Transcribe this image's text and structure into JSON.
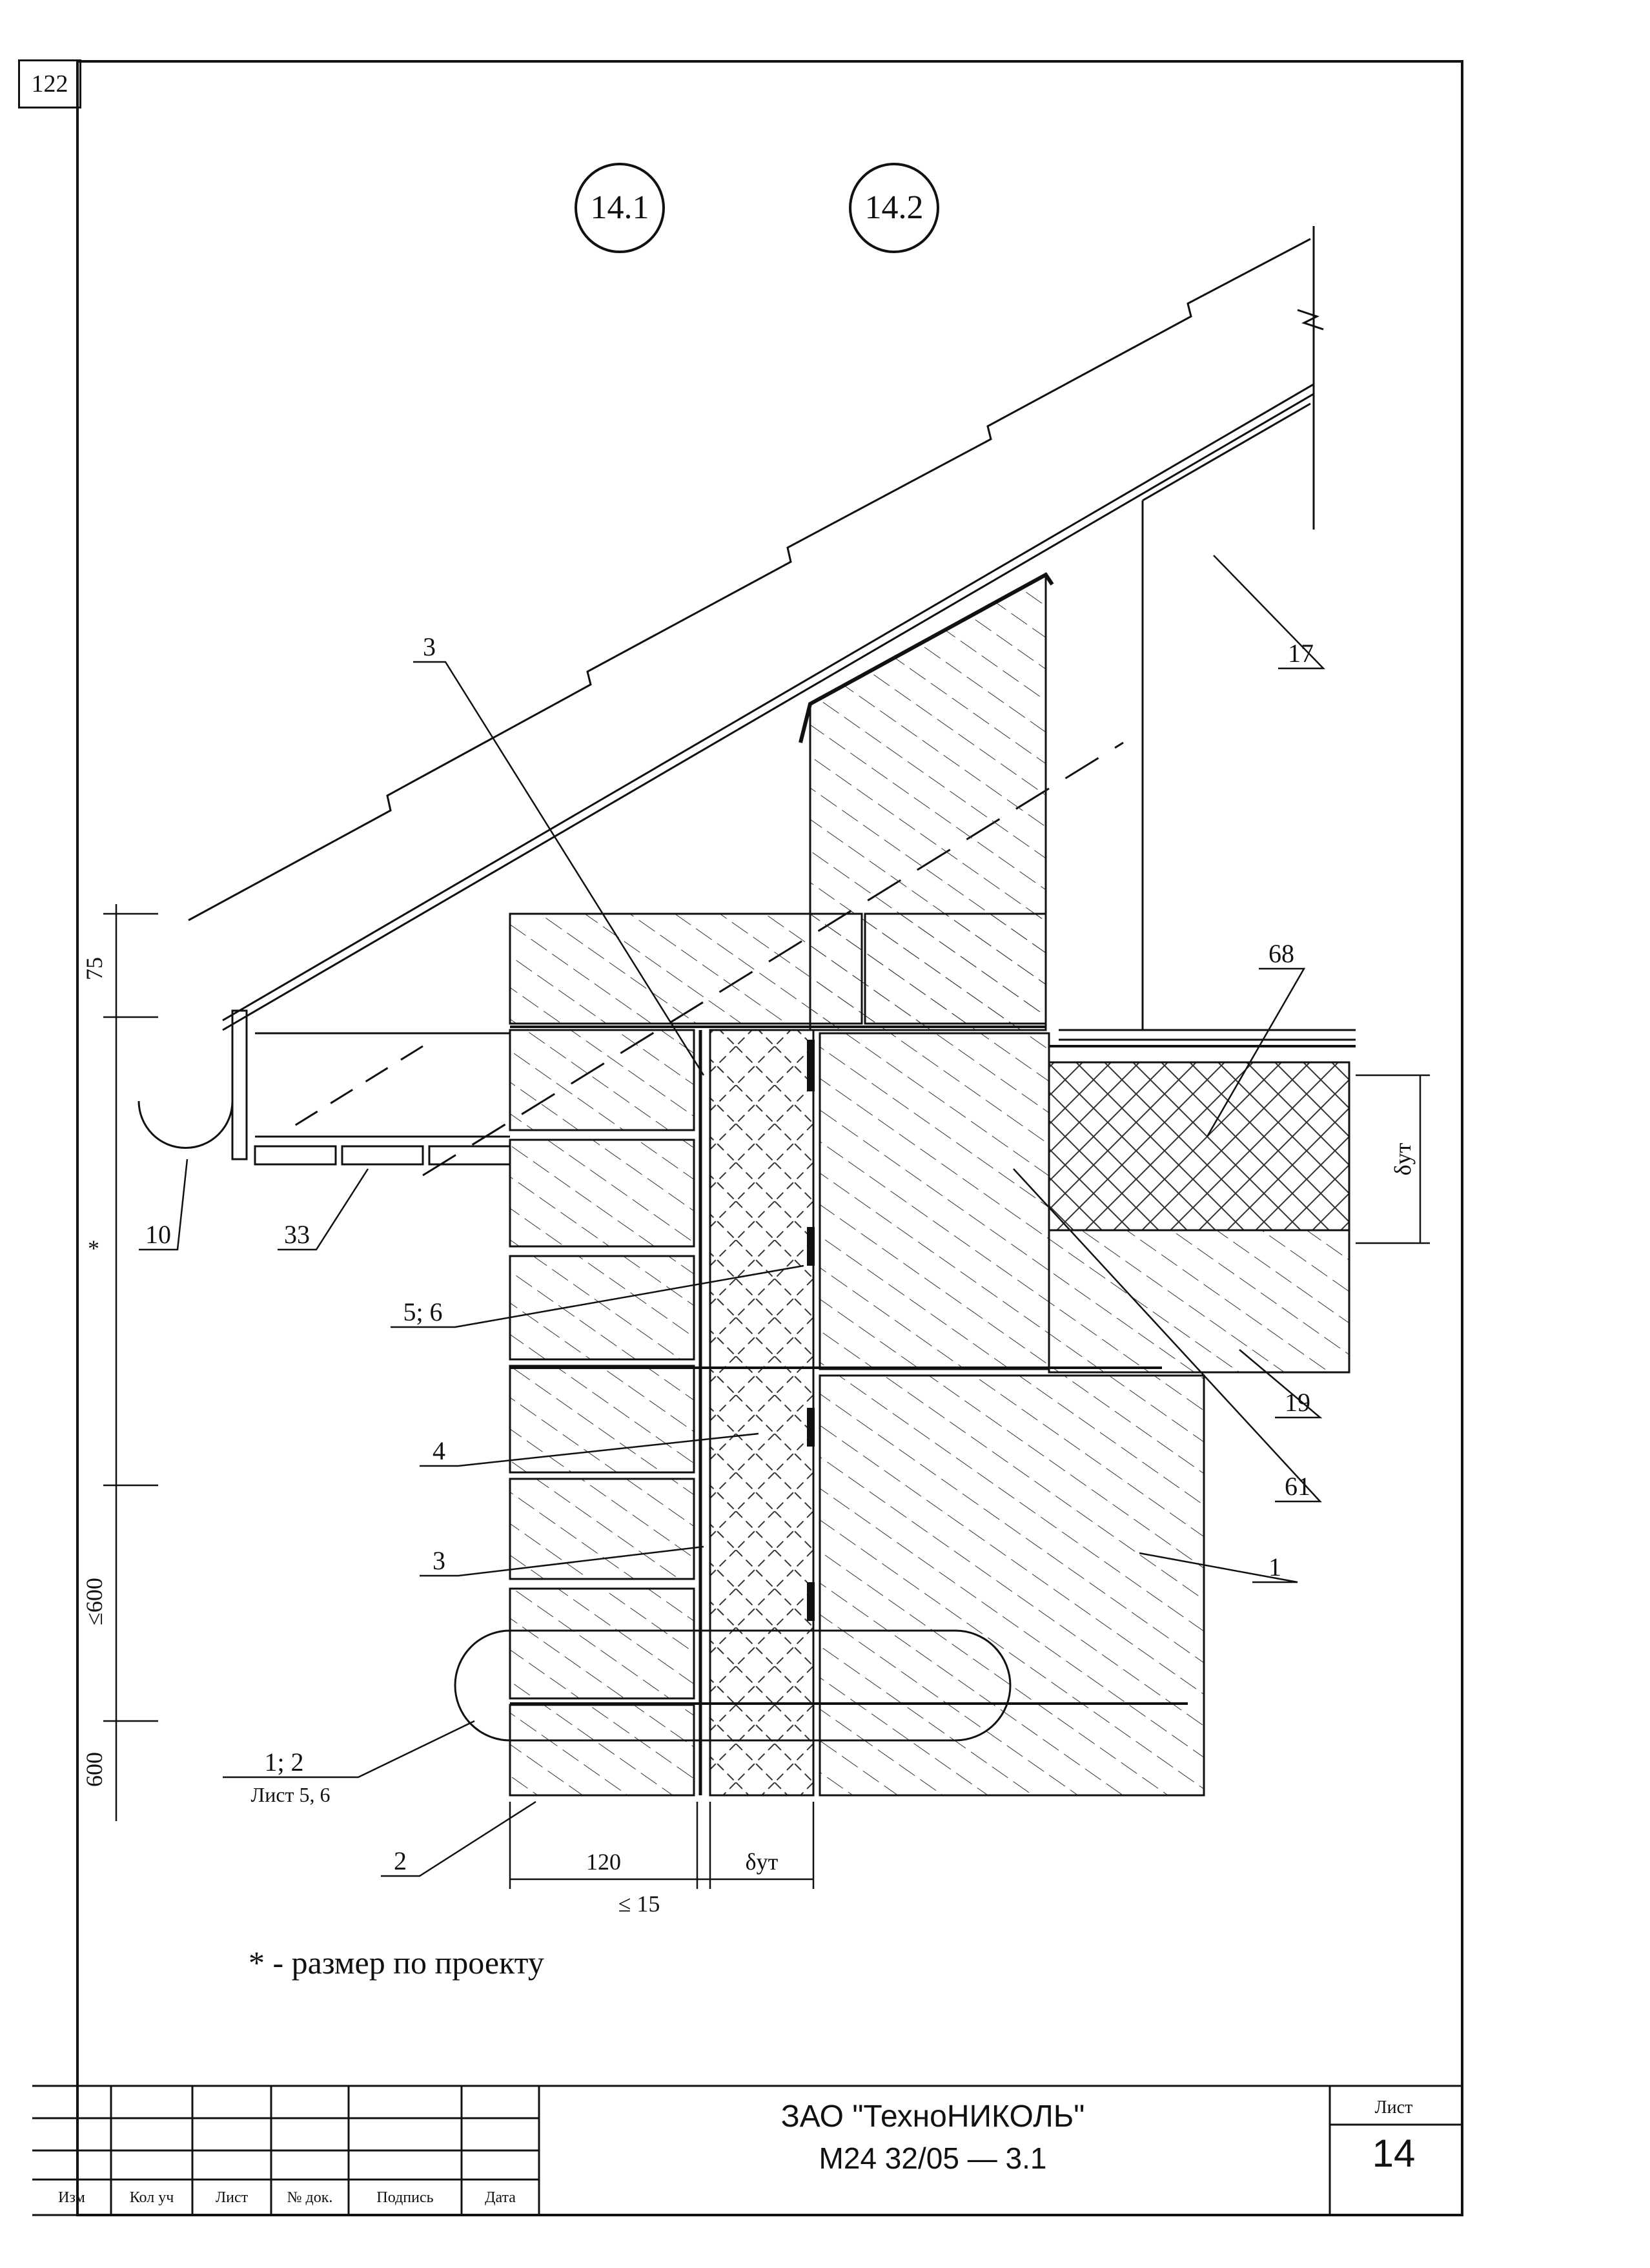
{
  "page_tag": "122",
  "detail_marks": [
    "14.1",
    "14.2"
  ],
  "callouts": {
    "c3a": "3",
    "c17": "17",
    "c68": "68",
    "c10": "10",
    "c33": "33",
    "c56": "5; 6",
    "c19": "19",
    "c4": "4",
    "c61": "61",
    "c3b": "3",
    "c1": "1",
    "c12": "1; 2",
    "c12sub": "Лист 5, 6",
    "c2": "2"
  },
  "dimensions": {
    "left_75": "75",
    "left_star": "*",
    "left_le600": "≤600",
    "left_600": "600",
    "bottom_120": "120",
    "bottom_dut": "δут",
    "bottom_le15": "≤ 15",
    "right_dut": "δут"
  },
  "note": "* - размер по проекту",
  "title_block": {
    "col_headers": [
      "Изм",
      "Кол уч",
      "Лист",
      "№ док.",
      "Подпись",
      "Дата"
    ],
    "company": "ЗАО \"ТехноНИКОЛЬ\"",
    "code": "М24 32/05   —  3.1",
    "sheet_label": "Лист",
    "sheet_number": "14"
  }
}
